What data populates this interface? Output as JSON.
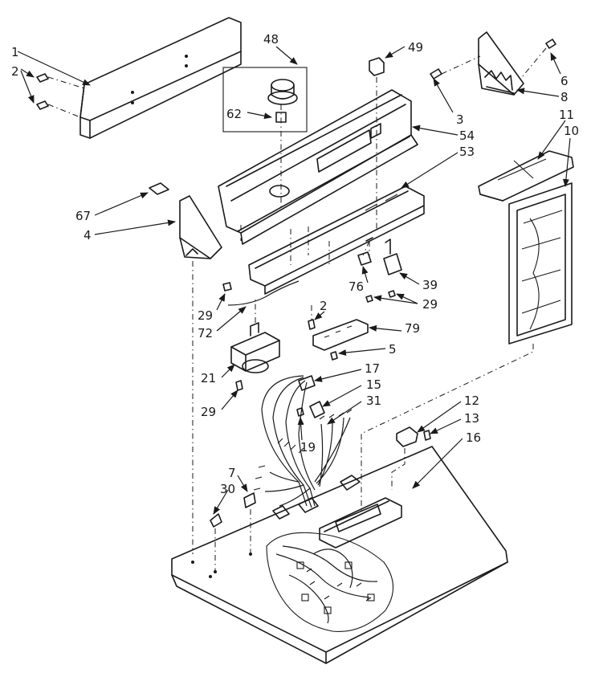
{
  "diagram": {
    "labels": {
      "l1": "1",
      "l2a": "2",
      "l48": "48",
      "l49": "49",
      "l6": "6",
      "l62": "62",
      "l3": "3",
      "l8": "8",
      "l54": "54",
      "l53": "53",
      "l11": "11",
      "l10": "10",
      "l67": "67",
      "l4": "4",
      "l76": "76",
      "l39": "39",
      "l29a": "29",
      "l72": "72",
      "l2b": "2",
      "l29b": "29",
      "l79": "79",
      "l5": "5",
      "l21": "21",
      "l17": "17",
      "l15": "15",
      "l29c": "29",
      "l31": "31",
      "l19": "19",
      "l12": "12",
      "l13": "13",
      "l16": "16",
      "l7": "7",
      "l30": "30"
    }
  }
}
